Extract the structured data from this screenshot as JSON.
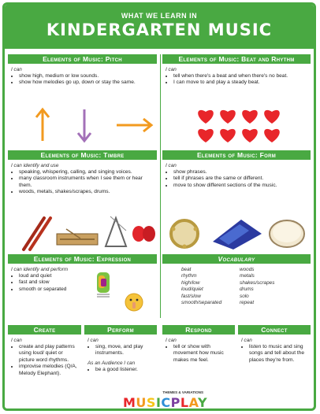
{
  "banner": {
    "small": "WHAT WE LEARN IN",
    "big": "KINDERGARTEN MUSIC"
  },
  "pitch": {
    "header": "Elements of Music: Pitch",
    "lead": "I can",
    "items": [
      "show high, medium or low sounds.",
      "show how melodies go up, down or stay the same."
    ]
  },
  "beat": {
    "header": "Elements of Music: Beat and Rhythm",
    "lead": "I can",
    "items": [
      "tell when there's a beat and when there's no beat.",
      "I can move to and play  a steady beat."
    ]
  },
  "timbre": {
    "header": "Elements of Music: Timbre",
    "lead": "I can identify and use",
    "items": [
      "speaking, whispering, calling, and singing voices.",
      "many classroom instruments  when I see them or hear them.",
      "woods, metals, shakes/scrapes, drums."
    ]
  },
  "form": {
    "header": "Elements of Music: Form",
    "lead": "I can",
    "items": [
      "show phrases.",
      "tell if phrases are the same or different.",
      "move to show different sections of the music."
    ]
  },
  "expression": {
    "header": "Elements of Music: Expression",
    "lead": "I can identify and perform",
    "items": [
      "loud and quiet",
      "fast and slow",
      "smooth or separated"
    ]
  },
  "vocabulary": {
    "header": "Vocabulary",
    "left": [
      "beat",
      "rhythm",
      "high/low",
      "loud/quiet",
      "fast/slow",
      "smooth/separated"
    ],
    "right": [
      "woods",
      "metals",
      "shakes/scrapes",
      "drums",
      "solo",
      "repeat"
    ]
  },
  "create": {
    "header": "Create",
    "lead": "I can",
    "items": [
      "create and play patterns using loud/ quiet or picture word rhythms.",
      "improvise melodies (Q/A, Melody Elephant)."
    ]
  },
  "perform": {
    "header": "Perform",
    "lead": "I can",
    "items": [
      "sing, move, and play instruments."
    ],
    "lead2": "As an Audience I can",
    "items2": [
      "be a good listener."
    ]
  },
  "respond": {
    "header": "Respond",
    "lead": "I can",
    "items": [
      "tell or show with movement how music makes me feel."
    ]
  },
  "connect": {
    "header": "Connect",
    "lead": "I can",
    "items": [
      "listen to music and sing songs and tell about the places they're from."
    ]
  },
  "logo": {
    "tagline": "THEMES & VARIATIONS",
    "name": "MUSICPLAY"
  },
  "colors": {
    "green": "#49a942",
    "orange_arrow": "#f29a1f",
    "purple_arrow": "#a370b8",
    "heart": "#e8262a"
  }
}
